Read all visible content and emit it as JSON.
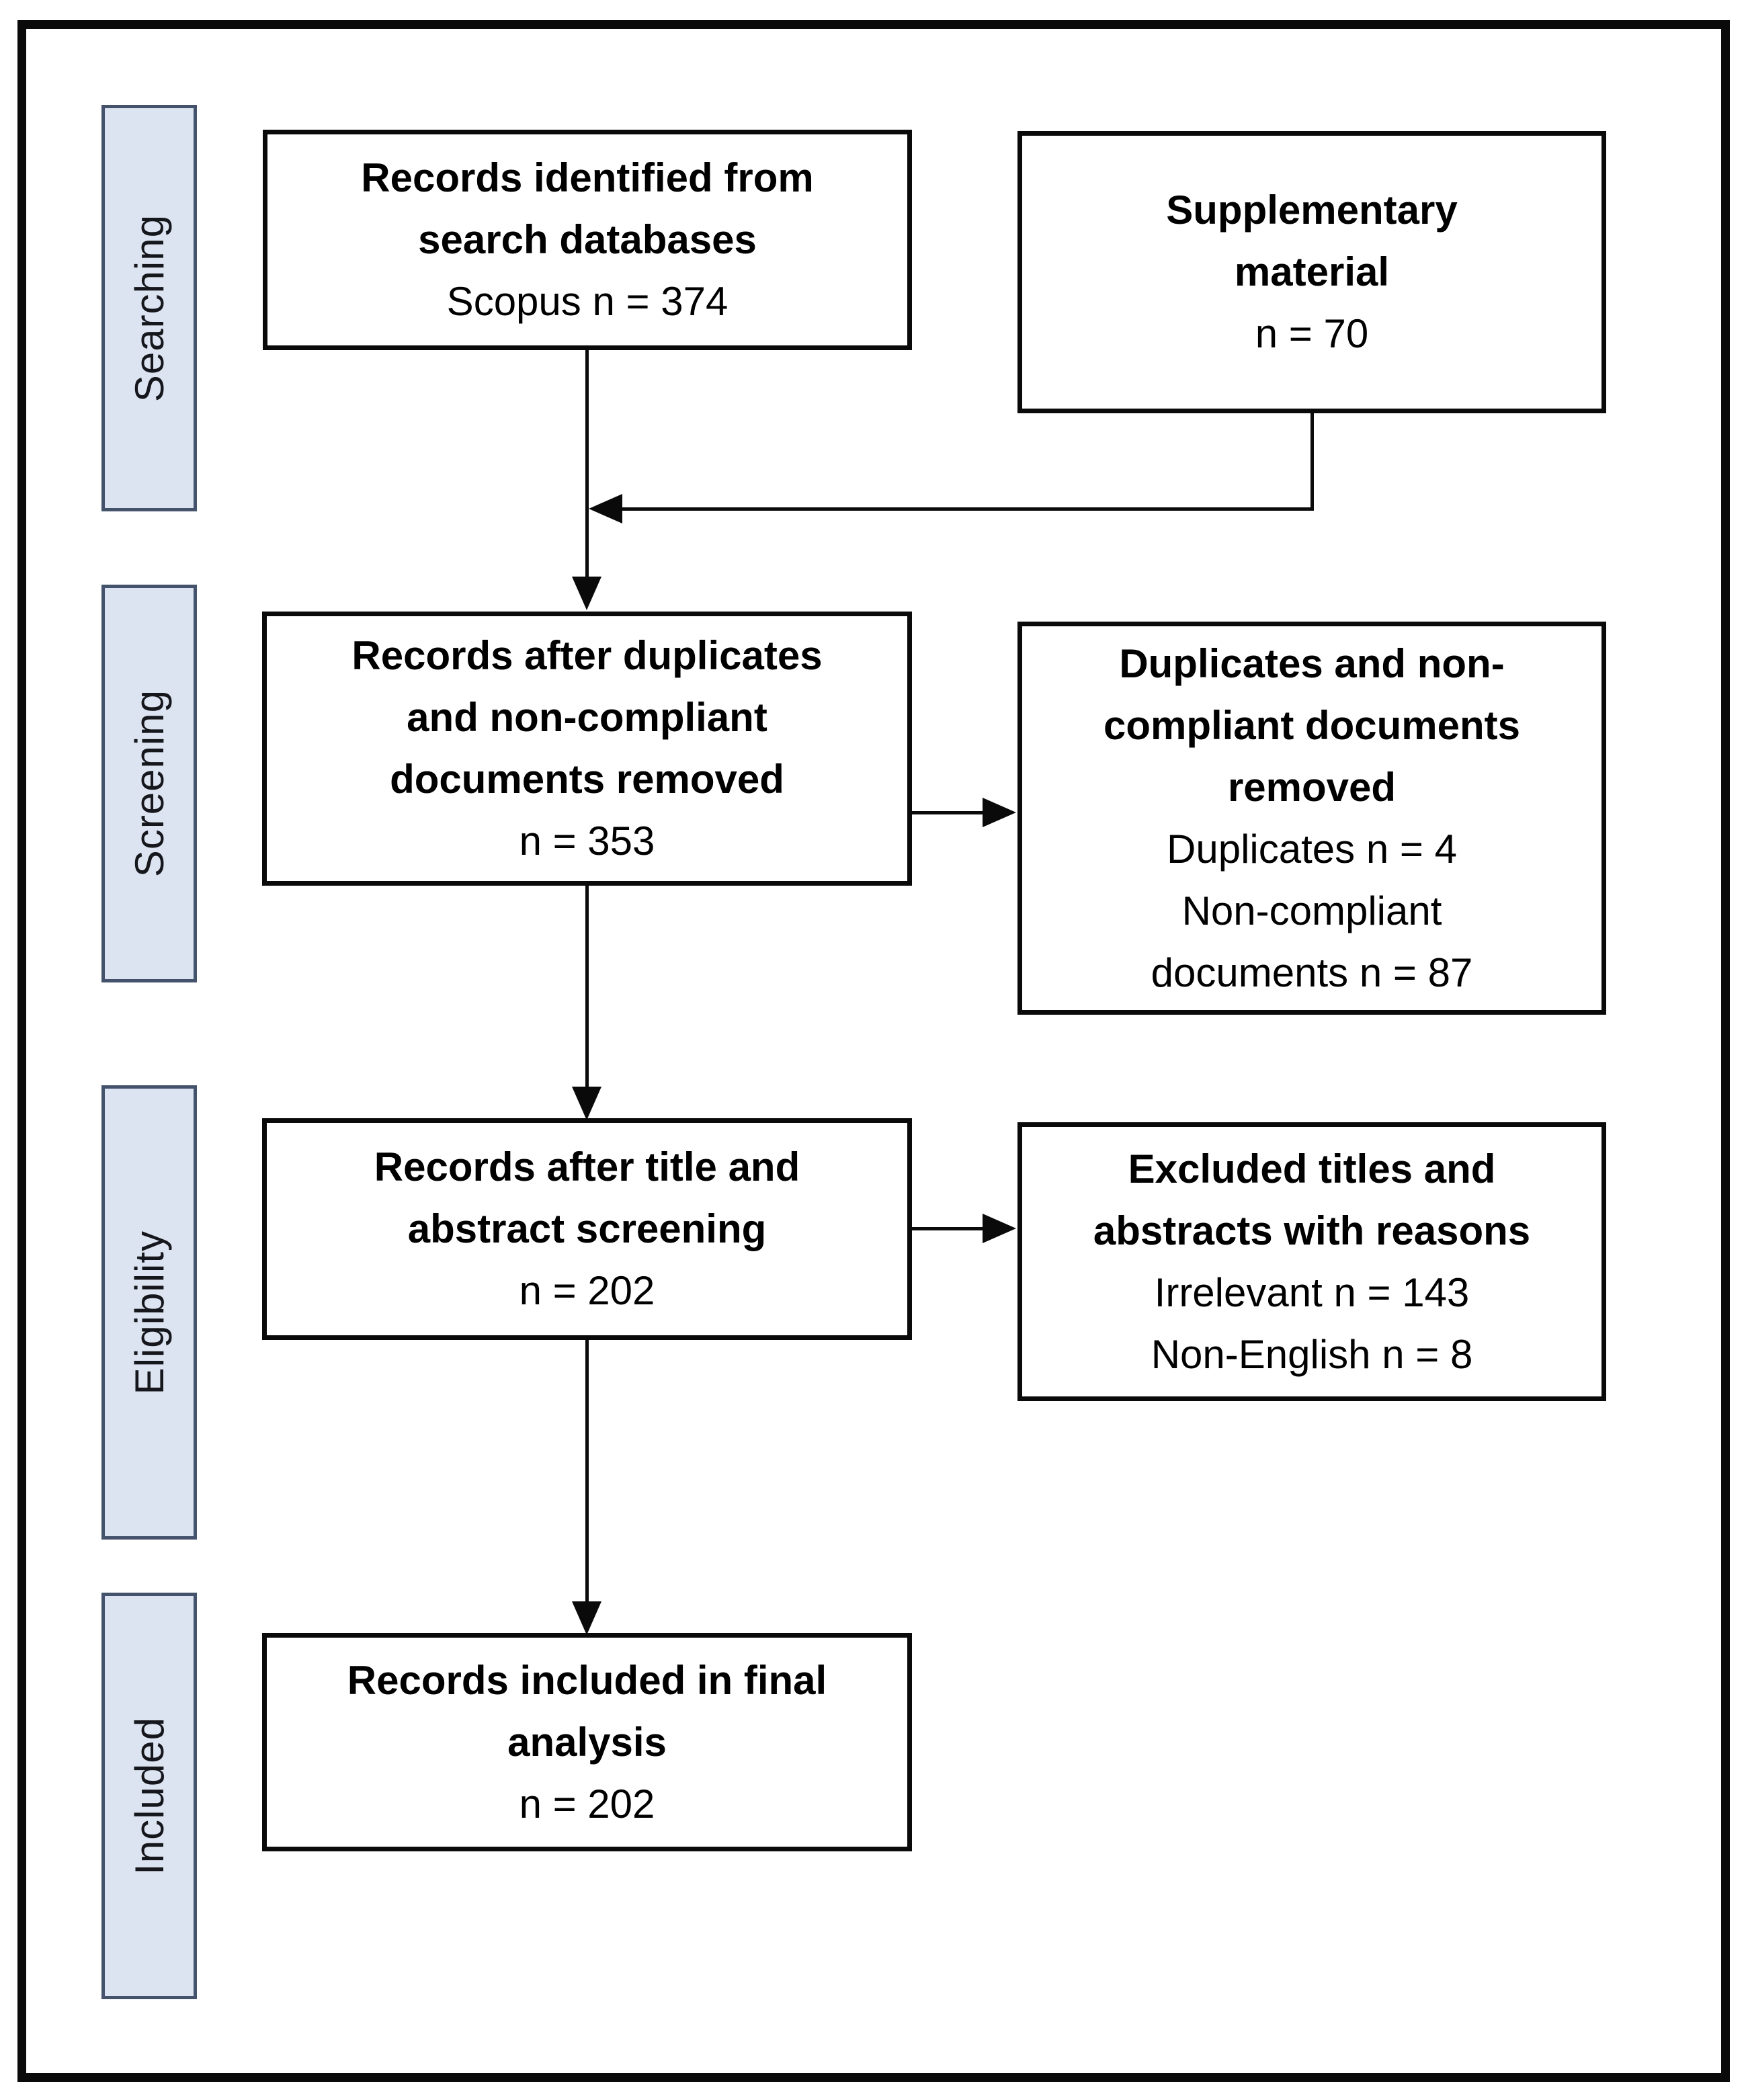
{
  "flowchart": {
    "side_labels": [
      {
        "id": "searching",
        "label": "Searching"
      },
      {
        "id": "screening",
        "label": "Screening"
      },
      {
        "id": "eligibility",
        "label": "Eligibility"
      },
      {
        "id": "included",
        "label": "Included"
      }
    ],
    "boxes": {
      "identified": {
        "bold_lines": [
          "Records identified from",
          "search databases"
        ],
        "plain_lines": [
          "Scopus n = 374"
        ]
      },
      "supplementary": {
        "bold_lines": [
          "Supplementary",
          "material"
        ],
        "plain_lines": [
          "n = 70"
        ]
      },
      "deduplicated": {
        "bold_lines": [
          "Records after duplicates",
          "and non-compliant",
          "documents removed"
        ],
        "plain_lines": [
          "n = 353"
        ]
      },
      "duplicates_removed": {
        "bold_lines": [
          "Duplicates and non-",
          "compliant documents",
          "removed"
        ],
        "plain_lines": [
          "Duplicates n = 4",
          "Non-compliant",
          "documents n = 87"
        ]
      },
      "title_abstract": {
        "bold_lines": [
          "Records after title and",
          "abstract screening"
        ],
        "plain_lines": [
          "n = 202"
        ]
      },
      "excluded": {
        "bold_lines": [
          "Excluded titles and",
          "abstracts with reasons"
        ],
        "plain_lines": [
          "Irrelevant n = 143",
          "Non-English n = 8"
        ]
      },
      "final": {
        "bold_lines": [
          "Records included in final",
          "analysis"
        ],
        "plain_lines": [
          "n = 202"
        ]
      }
    },
    "colors": {
      "stage_fill": "#dce4f1",
      "stage_border": "#44526b",
      "box_border": "#0a0a0a",
      "arrow": "#0a0a0a",
      "background": "#ffffff",
      "text": "#000000"
    }
  }
}
